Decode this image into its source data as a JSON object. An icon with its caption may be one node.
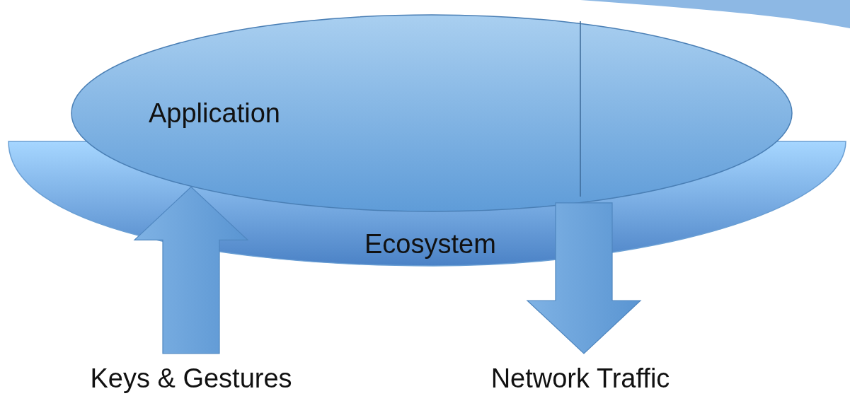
{
  "diagram": {
    "nodes": [
      {
        "text": [
          "Ecosystem"
        ]
      },
      {
        "text": [
          "Application"
        ]
      },
      {
        "text": [
          "Keys & Gestures"
        ]
      },
      {
        "text": [
          "Network Traffic"
        ]
      }
    ],
    "edges": [
      {
        "from": 2,
        "to": 1,
        "arrow": "to",
        "style": "thick"
      },
      {
        "from": 1,
        "to": 3,
        "arrow": "to",
        "style": "thick"
      }
    ]
  }
}
